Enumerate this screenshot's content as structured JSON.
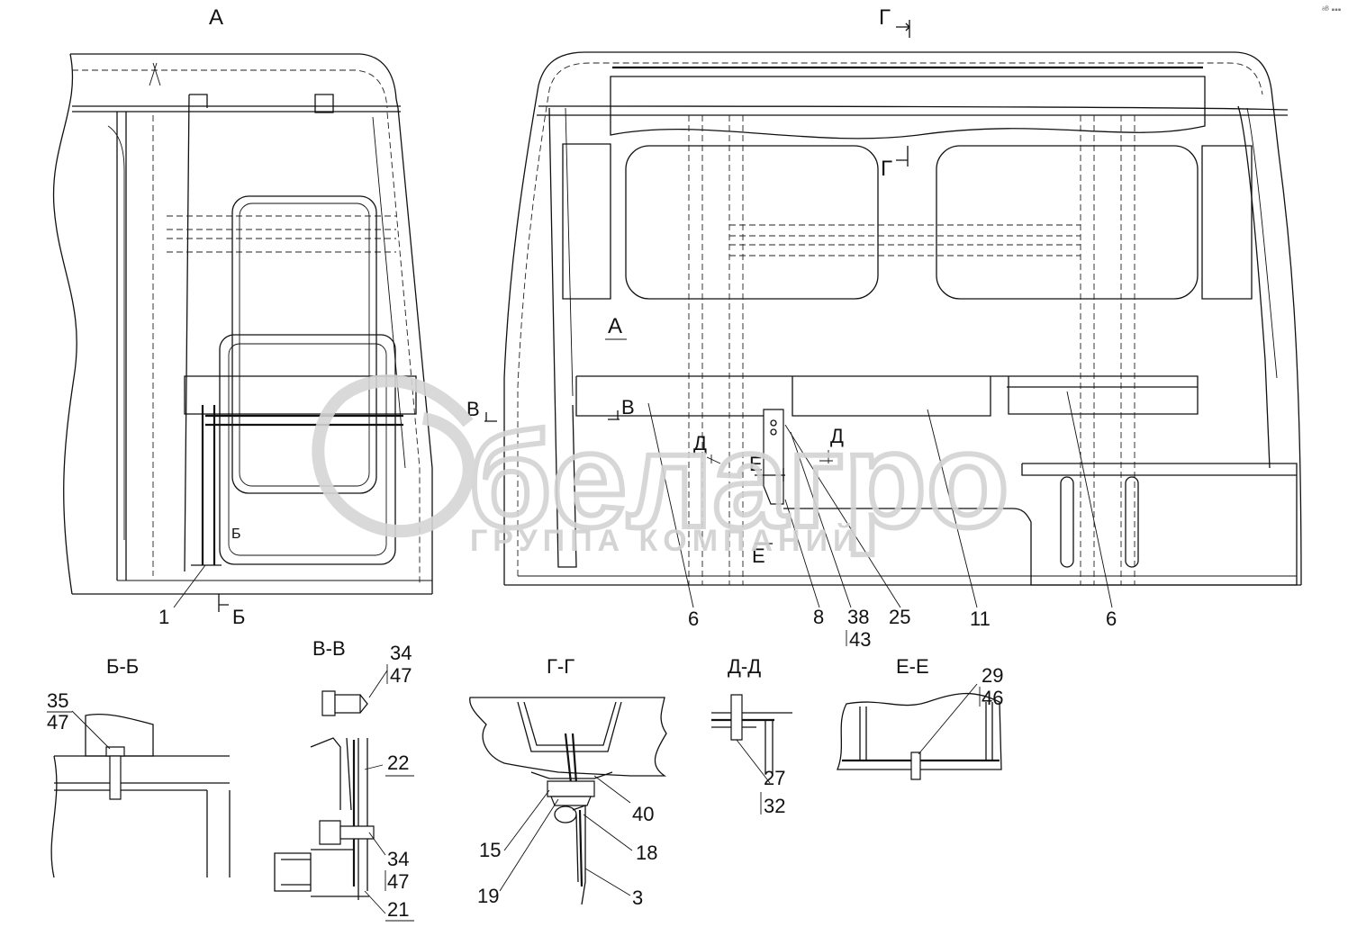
{
  "views": {
    "view_a": {
      "label": "А"
    },
    "view_main": {
      "section_mark_top": "Г",
      "section_mark_mid": "Г",
      "view_ref": "А",
      "cut_b": "В",
      "cut_b2": "В",
      "cut_d": "Д",
      "cut_d2": "Д",
      "cut_e": "Е",
      "cut_e2": "Е"
    },
    "view_a_cut": "Б",
    "view_a_cut_small": "Б"
  },
  "callouts": {
    "view_a": [
      "1"
    ],
    "main": [
      "6",
      "8",
      "38",
      "43",
      "25",
      "11",
      "6"
    ]
  },
  "sections": [
    {
      "title": "Б-Б",
      "labels": [
        "35",
        "47"
      ]
    },
    {
      "title": "В-В",
      "labels": [
        "34",
        "47",
        "22",
        "34",
        "47",
        "21"
      ]
    },
    {
      "title": "Г-Г",
      "labels": [
        "40",
        "15",
        "18",
        "19",
        "3"
      ]
    },
    {
      "title": "Д-Д",
      "labels": [
        "27",
        "32"
      ]
    },
    {
      "title": "Е-Е",
      "labels": [
        "29",
        "46"
      ]
    }
  ],
  "watermark": {
    "brand": "белагро",
    "subtitle": "ГРУППА КОМПАНИЙ"
  },
  "corner_mark": "ᵃᴮ ▪▪▪"
}
